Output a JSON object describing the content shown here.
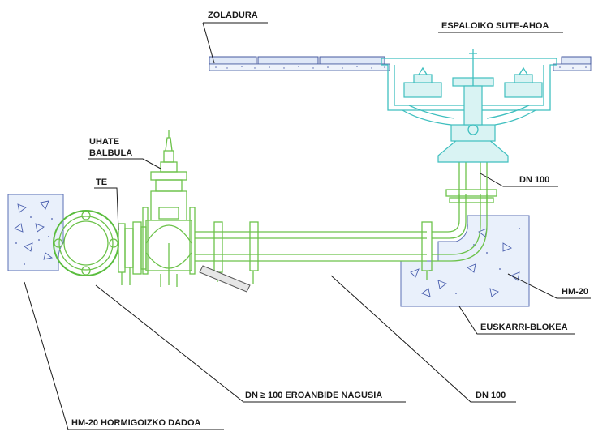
{
  "labels": {
    "paving": "ZOLADURA",
    "hydrant": "ESPALOIKO SUTE-AHOA",
    "gate_valve_line1": "UHATE",
    "gate_valve_line2": "BALBULA",
    "tee": "TE",
    "dn_riser": "DN 100",
    "hm20": "HM-20",
    "support_block": "EUSKARRI-BLOKEA",
    "main_pipe": "DN ≥ 100 EROANBIDE NAGUSIA",
    "dn_branch": "DN 100",
    "concrete_die": "HM-20 HORMIGOIZKO DADOA"
  },
  "colors": {
    "pipe": "#6cc24a",
    "hydrant": "#3fbfbf",
    "concrete": "#5a6fb5",
    "text": "#1a1a1a"
  }
}
